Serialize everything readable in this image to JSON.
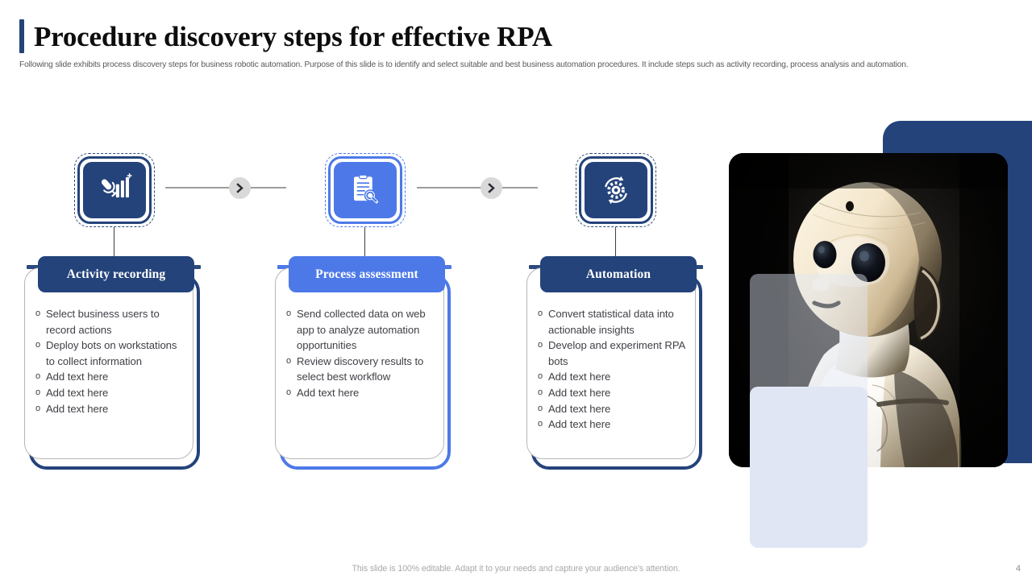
{
  "header": {
    "title": "Procedure discovery steps for effective RPA",
    "subtitle": "Following slide exhibits process discovery steps for business robotic automation. Purpose of this slide is to identify and select suitable and best business automation procedures. It include steps such as activity recording, process analysis and automation."
  },
  "colors": {
    "navy": "#24437a",
    "blue": "#4d79e8",
    "lavender": "#e1e6f5",
    "arrow_chip": "#d9d9d9",
    "body_text": "#3f3f46"
  },
  "steps": [
    {
      "id": "activity-recording",
      "title": "Activity recording",
      "icon": "microphone-analytics-icon",
      "accent": "navy",
      "bullets": [
        "Select business users to record actions",
        "Deploy bots on workstations to collect information",
        "Add text here",
        "Add text here",
        "Add text here"
      ]
    },
    {
      "id": "process-assessment",
      "title": "Process assessment",
      "icon": "document-search-icon",
      "accent": "blue",
      "bullets": [
        "Send collected data on web app to analyze automation opportunities",
        "Review discovery results to select best workflow",
        "Add text here"
      ]
    },
    {
      "id": "automation",
      "title": "Automation",
      "icon": "gear-refresh-icon",
      "accent": "navy",
      "bullets": [
        "Convert statistical data into actionable insights",
        "Develop and experiment RPA bots",
        "Add text here",
        "Add text here",
        "Add text here",
        "Add text here"
      ]
    }
  ],
  "connectors": [
    {
      "id": "connector-1",
      "icon": "chevron-right-icon"
    },
    {
      "id": "connector-2",
      "icon": "chevron-right-icon"
    }
  ],
  "artwork": {
    "photo_alt": "humanoid-robot-photo"
  },
  "footer": {
    "note": "This slide is 100% editable. Adapt it to your needs and capture your audience's attention.",
    "page_number": "4"
  }
}
